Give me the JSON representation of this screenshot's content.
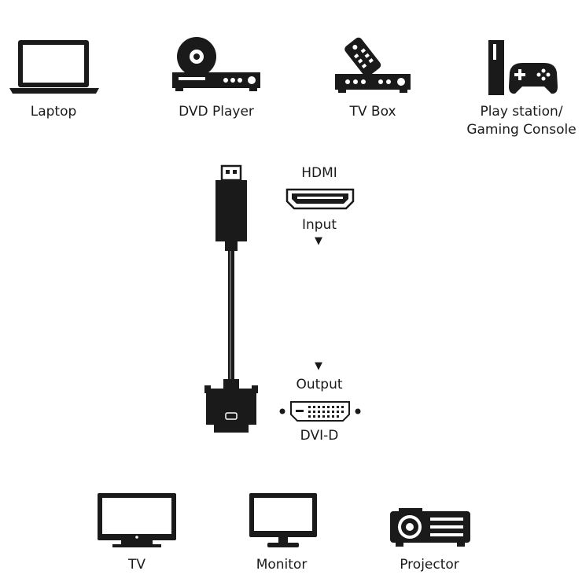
{
  "sources": [
    {
      "id": "laptop",
      "label": "Laptop",
      "icon": "laptop-icon"
    },
    {
      "id": "dvd",
      "label": "DVD Player",
      "icon": "dvd-player-icon"
    },
    {
      "id": "tvbox",
      "label": "TV Box",
      "icon": "tv-box-icon"
    },
    {
      "id": "console",
      "label_line1": "Play station/",
      "label_line2": "Gaming Console",
      "icon": "gaming-console-icon"
    }
  ],
  "connector": {
    "input_type": "HDMI",
    "input_label": "Input",
    "output_label": "Output",
    "output_type": "DVI-D",
    "arrow": "▼"
  },
  "displays": [
    {
      "id": "tv",
      "label": "TV",
      "icon": "tv-icon"
    },
    {
      "id": "monitor",
      "label": "Monitor",
      "icon": "monitor-icon"
    },
    {
      "id": "projector",
      "label": "Projector",
      "icon": "projector-icon"
    }
  ]
}
